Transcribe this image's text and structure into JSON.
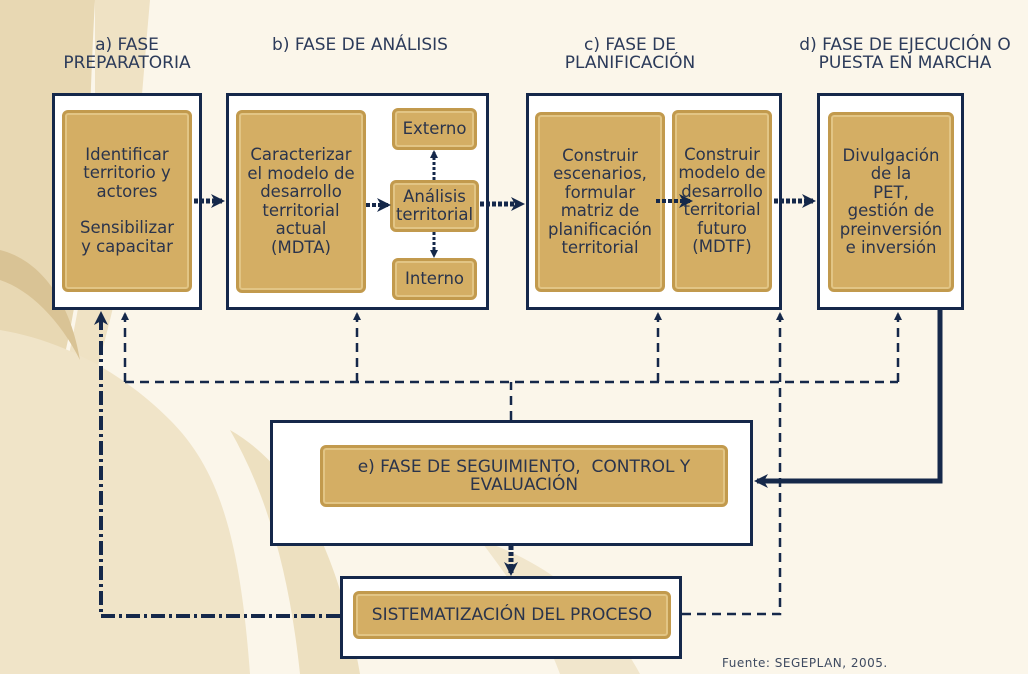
{
  "headings": {
    "a": [
      "a) FASE",
      "PREPARATORIA"
    ],
    "b": [
      "b) FASE DE ANÁLISIS"
    ],
    "c": [
      "c) FASE DE",
      "PLANIFICACIÓN"
    ],
    "d": [
      "d) FASE DE EJECUCIÓN O",
      "PUESTA EN MARCHA"
    ]
  },
  "cards": {
    "a_top": [
      "Identificar",
      "territorio y",
      "actores"
    ],
    "a_bottom": [
      "Sensibilizar",
      "y capacitar"
    ],
    "b_main": [
      "Caracterizar",
      "el modelo de",
      "desarrollo",
      "territorial",
      "actual",
      "(MDTA)"
    ],
    "b_externo": "Externo",
    "b_analisis": [
      "Análisis",
      "territorial"
    ],
    "b_interno": "Interno",
    "c_left": [
      "Construir",
      "escenarios,",
      "formular",
      "matriz de",
      "planificación",
      "territorial"
    ],
    "c_right": [
      "Construir",
      "modelo de",
      "desarrollo",
      "territorial",
      "futuro",
      "(MDTF)"
    ],
    "d_main": [
      "Divulgación",
      "de la",
      "PET,",
      "gestión de",
      "preinversión",
      "e inversión"
    ],
    "e_main": [
      "e) FASE DE SEGUIMIENTO,  CONTROL Y",
      "EVALUACIÓN"
    ],
    "sistematizacion": "SISTEMATIZACIÓN DEL PROCESO"
  },
  "footer": {
    "source": "Fuente: SEGEPLAN, 2005."
  },
  "colors": {
    "navy": "#15284a",
    "card_fill": "#d4ae64",
    "background": "#fbf6ea"
  }
}
